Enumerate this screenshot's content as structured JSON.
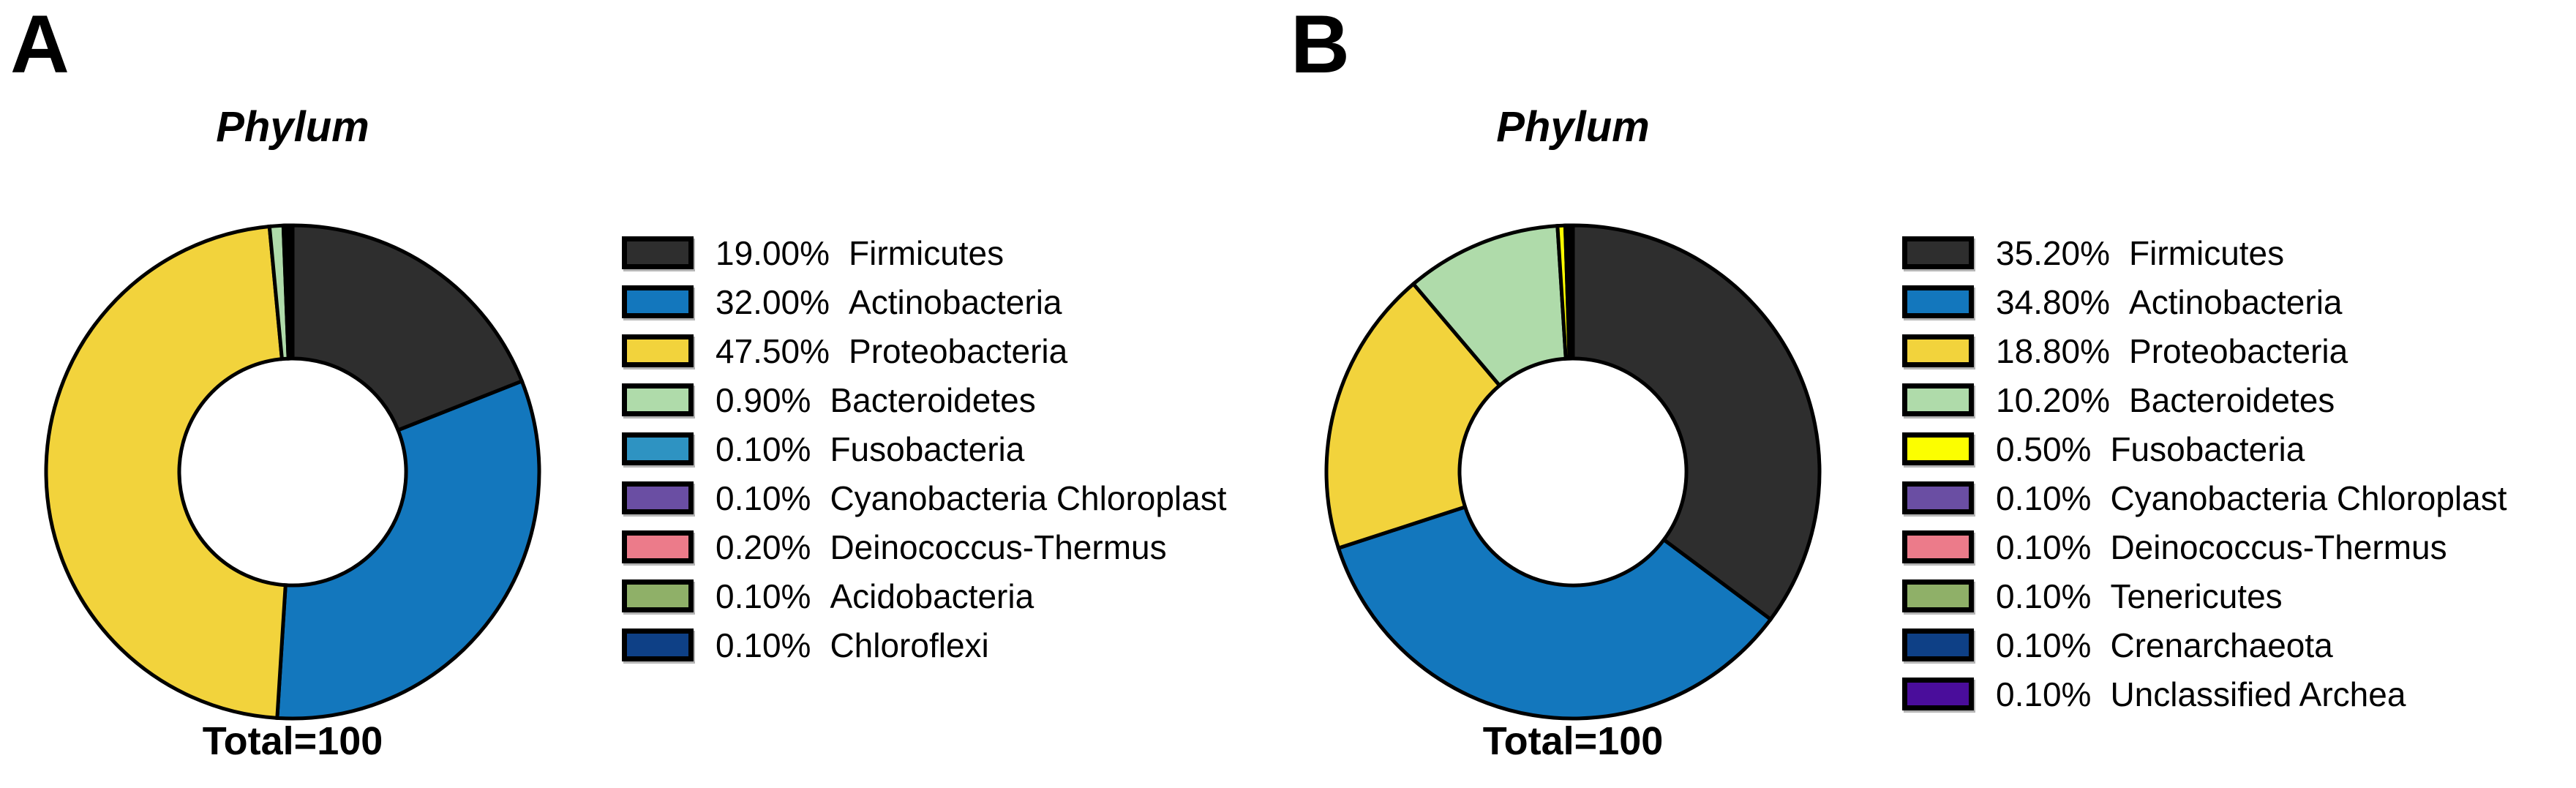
{
  "figure": {
    "background": "#ffffff",
    "outline_color": "#000000"
  },
  "panels": [
    {
      "label": "A",
      "title": "Phylum",
      "total_label": "Total=100",
      "chart_index": 0
    },
    {
      "label": "B",
      "title": "Phylum",
      "total_label": "Total=100",
      "chart_index": 1
    }
  ],
  "chart_data": [
    {
      "type": "pie",
      "subtype": "donut",
      "title": "Phylum",
      "total": 100,
      "total_label": "Total=100",
      "start": "12-oclock",
      "direction": "clockwise",
      "inner_radius_ratio": 0.46,
      "legend_position": "right",
      "slices": [
        {
          "name": "Firmicutes",
          "value": 19.0,
          "percent_label": "19.00%",
          "color": "#2e2e2e"
        },
        {
          "name": "Actinobacteria",
          "value": 32.0,
          "percent_label": "32.00%",
          "color": "#1377bd"
        },
        {
          "name": "Proteobacteria",
          "value": 47.5,
          "percent_label": "47.50%",
          "color": "#f2d33c"
        },
        {
          "name": "Bacteroidetes",
          "value": 0.9,
          "percent_label": "0.90%",
          "color": "#afdbaa"
        },
        {
          "name": "Fusobacteria",
          "value": 0.1,
          "percent_label": "0.10%",
          "color": "#2e93c2"
        },
        {
          "name": "Cyanobacteria Chloroplast",
          "value": 0.1,
          "percent_label": "0.10%",
          "color": "#6a4ea3"
        },
        {
          "name": "Deinococcus-Thermus",
          "value": 0.2,
          "percent_label": "0.20%",
          "color": "#ec7b8a"
        },
        {
          "name": "Acidobacteria",
          "value": 0.1,
          "percent_label": "0.10%",
          "color": "#8fb068"
        },
        {
          "name": "Chloroflexi",
          "value": 0.1,
          "percent_label": "0.10%",
          "color": "#0e4086"
        }
      ]
    },
    {
      "type": "pie",
      "subtype": "donut",
      "title": "Phylum",
      "total": 100,
      "total_label": "Total=100",
      "start": "12-oclock",
      "direction": "clockwise",
      "inner_radius_ratio": 0.46,
      "legend_position": "right",
      "slices": [
        {
          "name": "Firmicutes",
          "value": 35.2,
          "percent_label": "35.20%",
          "color": "#2e2e2e"
        },
        {
          "name": "Actinobacteria",
          "value": 34.8,
          "percent_label": "34.80%",
          "color": "#1377bd"
        },
        {
          "name": "Proteobacteria",
          "value": 18.8,
          "percent_label": "18.80%",
          "color": "#f2d33c"
        },
        {
          "name": "Bacteroidetes",
          "value": 10.2,
          "percent_label": "10.20%",
          "color": "#afdbaa"
        },
        {
          "name": "Fusobacteria",
          "value": 0.5,
          "percent_label": "0.50%",
          "color": "#fcfe00"
        },
        {
          "name": "Cyanobacteria Chloroplast",
          "value": 0.1,
          "percent_label": "0.10%",
          "color": "#6a4ea3"
        },
        {
          "name": "Deinococcus-Thermus",
          "value": 0.1,
          "percent_label": "0.10%",
          "color": "#ec7b8a"
        },
        {
          "name": "Tenericutes",
          "value": 0.1,
          "percent_label": "0.10%",
          "color": "#8fb068"
        },
        {
          "name": "Crenarchaeota",
          "value": 0.1,
          "percent_label": "0.10%",
          "color": "#0e4086"
        },
        {
          "name": "Unclassified Archea",
          "value": 0.1,
          "percent_label": "0.10%",
          "color": "#4a0d9b"
        }
      ]
    }
  ]
}
